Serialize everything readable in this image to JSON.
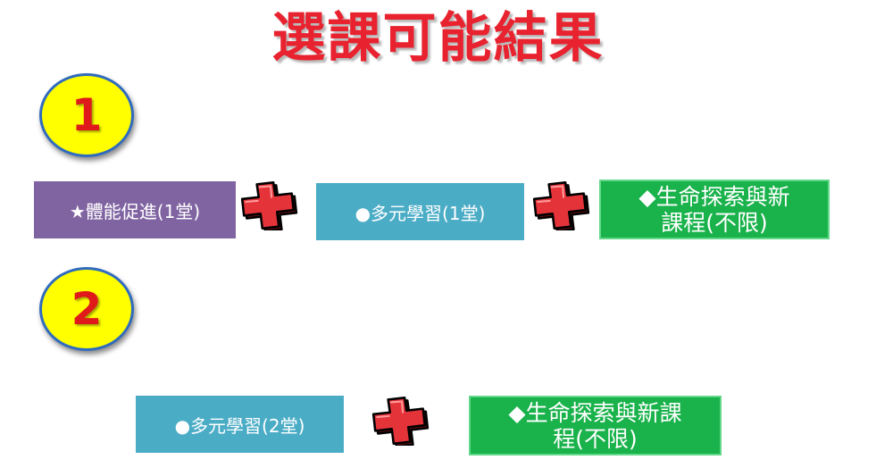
{
  "title": "選課可能結果",
  "options": [
    {
      "number": "1",
      "boxes": [
        {
          "label": "★體能促進(1堂)"
        },
        {
          "label": "●多元學習(1堂)"
        },
        {
          "line1": "◆生命探索與新",
          "line2": "課程(不限)"
        }
      ]
    },
    {
      "number": "2",
      "boxes": [
        {
          "label": "●多元學習(2堂)"
        },
        {
          "line1": "◆生命探索與新課",
          "line2": "程(不限)"
        }
      ]
    }
  ],
  "colors": {
    "title": "#e8222e",
    "circle_fill": "#ffff00",
    "circle_border": "#2f6bbf",
    "number": "#e01a1a",
    "purple_box": "#8064a2",
    "blue_box": "#4bacc6",
    "green_box": "#19b24b",
    "plus_red": "#e5333a"
  },
  "icons": {
    "plus": "red-cartoon-plus-icon"
  }
}
